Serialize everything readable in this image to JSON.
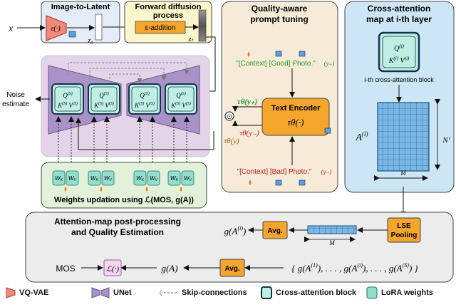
{
  "blocks": {
    "image_to_latent": "Image-to-Latent",
    "forward_diffusion": "Forward diffusion process",
    "quality_prompt": "Quality-aware prompt tuning",
    "cross_attention": "Cross-attention map at i-th layer",
    "post_processing": "Attention-map post-processing and Quality Estimation"
  },
  "labels": {
    "input": "x",
    "encoder": "ε(·)",
    "z0": "z₀",
    "eps_addition": "ε-addition",
    "zt": "zₜ",
    "noise_estimate": "Noise estimate",
    "good_prompt": "\"[Context] [Good] Photo.\"",
    "good_tag": "(y₊)",
    "bad_prompt": "\"[Context] [Bad] Photo.\"",
    "bad_tag": "(y₋)",
    "text_encoder": "Text Encoder",
    "tau_fn": "τθ(·)",
    "tau_good": "τθ(y₊)",
    "tau_bad": "τθ(y₋)",
    "tau_y": "τθ(y)",
    "hadamard": "⊙",
    "qkv_s": "Q(S) K(S) V(S)",
    "qkv_i": "Q(i) K(i) V(i)",
    "cross_block_caption": "i-th cross-attention block",
    "attention_map": "A(i)",
    "dim_n": "Nⁱ",
    "dim_m": "M",
    "weights_update": "Weights updation using ℒ(MOS, g(A))",
    "lse_pooling": "LSE Pooling",
    "avg": "Avg.",
    "g_ai": "g(A(i))",
    "g_a": "g(A)",
    "loss": "ℒ(·)",
    "mos": "MOS",
    "set": "{ g(A(1)), . . . , g(A(i)), . . . , g(A(S)) }"
  },
  "legend": {
    "vqvae": "VQ-VAE",
    "unet": "UNet",
    "skip": "Skip-connections",
    "cross_attn": "Cross-attention block",
    "lora": "LoRA weights"
  },
  "colors": {
    "latent_bg": "#e4edf7",
    "diffusion_bg": "#fdf6cc",
    "prompt_bg": "#f5ebd8",
    "attention_bg": "#cde6f5",
    "unet_bg": "#e3d4e8",
    "lora_bg": "#e2f1da",
    "post_bg": "#ececec",
    "orange": "#f4a52c",
    "unet": "#a892c8",
    "encoder": "#ef8a7c",
    "teal": "#92dfcf",
    "good": "#2a9d2a",
    "bad": "#c02020"
  }
}
